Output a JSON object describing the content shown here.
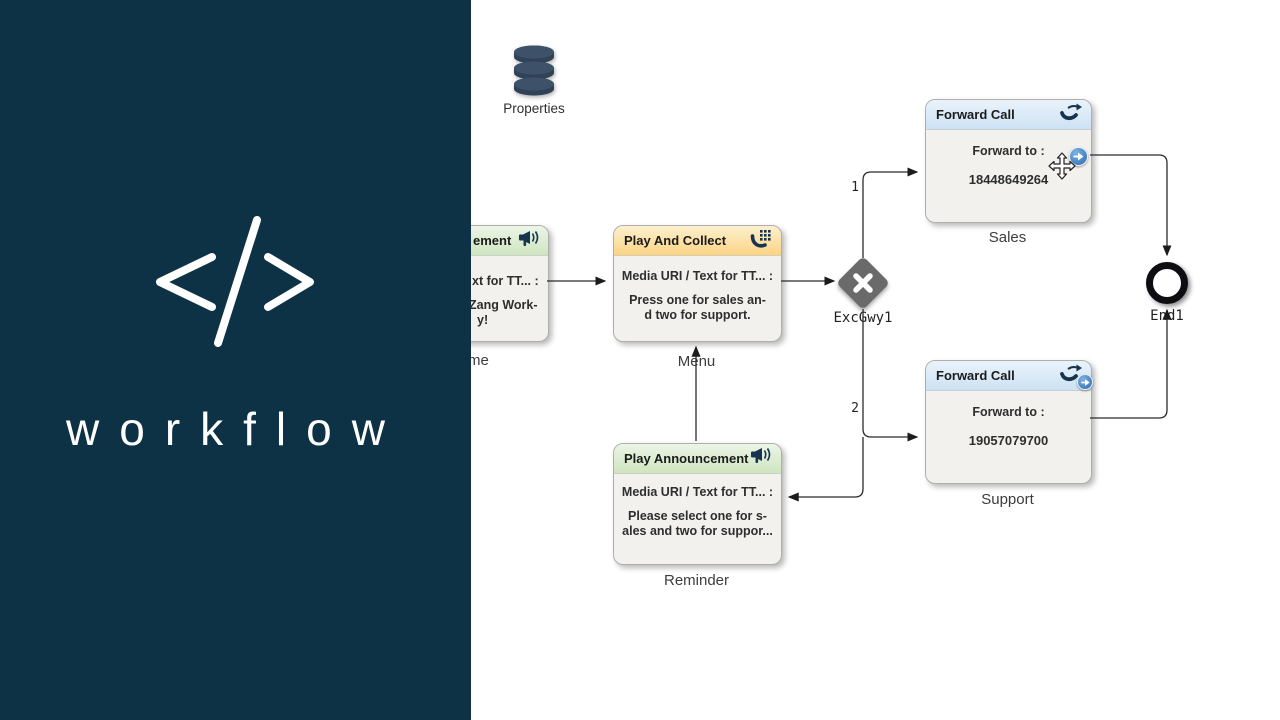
{
  "brand": {
    "logo_glyph": "</>",
    "wordmark": "workflow",
    "panel_color": "#0d3145"
  },
  "palette": {
    "canvas": "#ffffff",
    "connector": "#2b2b2b",
    "gateway_fill": "#6a6a6a",
    "announcement_header": "#cfe5c0",
    "collect_header": "#fbd485",
    "forward_header": "#cde2f3",
    "node_body": "#f2f1ee",
    "icon_color": "#17344e",
    "accent_blue": "#2a68ad"
  },
  "properties_tool": {
    "label": "Properties",
    "icon": "database-icon"
  },
  "nodes": {
    "welcome": {
      "type": "play-announcement",
      "header_fragment": "ement",
      "line1_fragment": "xt for TT... :",
      "line2_fragment": "Zang Work-",
      "line3_fragment": "y!",
      "label_fragment": "me",
      "icon": "megaphone-icon"
    },
    "menu": {
      "type": "play-and-collect",
      "header": "Play And Collect",
      "line1": "Media URI / Text for TT... :",
      "line2": "Press one for sales an-",
      "line3": "d two for support.",
      "label": "Menu",
      "icon": "phone-keypad-icon"
    },
    "sales": {
      "type": "forward-call",
      "header": "Forward Call",
      "line1": "Forward to :",
      "number": "18448649264",
      "label": "Sales",
      "icon": "phone-forward-icon"
    },
    "support": {
      "type": "forward-call",
      "header": "Forward Call",
      "line1": "Forward to :",
      "number": "19057079700",
      "label": "Support",
      "icon": "phone-forward-icon"
    },
    "reminder": {
      "type": "play-announcement",
      "header": "Play Announcement",
      "line1": "Media URI / Text for TT... :",
      "line2": "Please select one for s-",
      "line3": "ales and two for suppor...",
      "label": "Reminder",
      "icon": "megaphone-icon"
    },
    "gateway": {
      "type": "exclusive-gateway",
      "label": "ExcGwy1"
    },
    "end": {
      "type": "end-event",
      "label": "End1"
    }
  },
  "connector_labels": {
    "branch1": "1",
    "branch2": "2"
  }
}
